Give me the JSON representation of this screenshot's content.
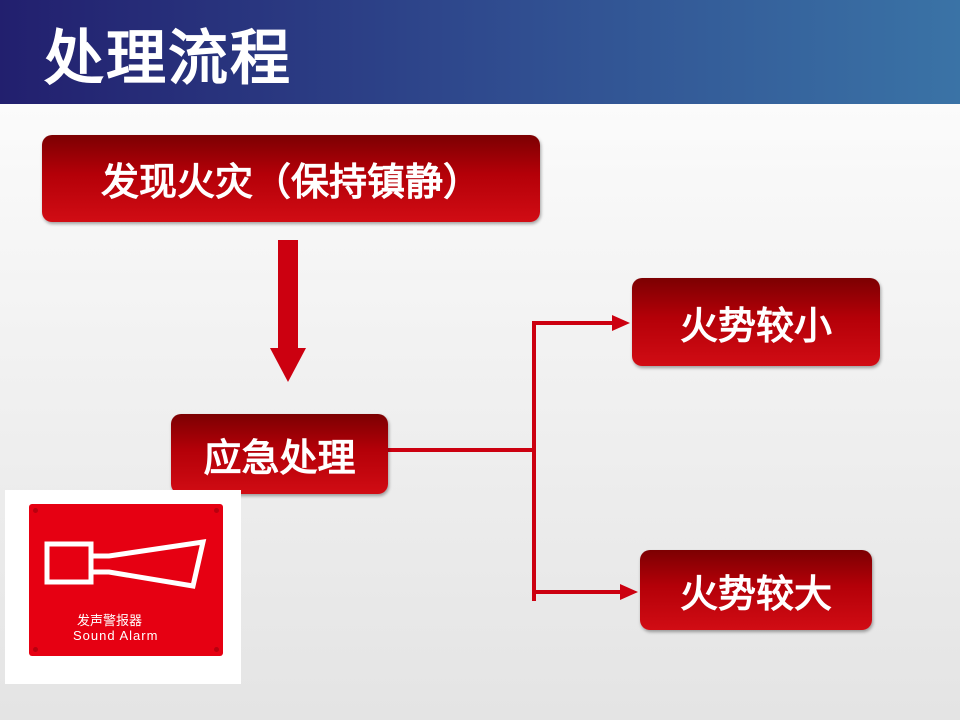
{
  "title": "处理流程",
  "flow": {
    "start": "发现火灾（保持镇静）",
    "emergency": "应急处理",
    "branch_small": "火势较小",
    "branch_large": "火势较大"
  },
  "sign": {
    "label_cn": "发声警报器",
    "label_en": "Sound Alarm"
  },
  "colors": {
    "title_bar_start": "#221f6e",
    "title_bar_end": "#3a73a6",
    "box_red": "#c00010",
    "arrow_red": "#cc0010",
    "sign_red": "#e60012"
  }
}
